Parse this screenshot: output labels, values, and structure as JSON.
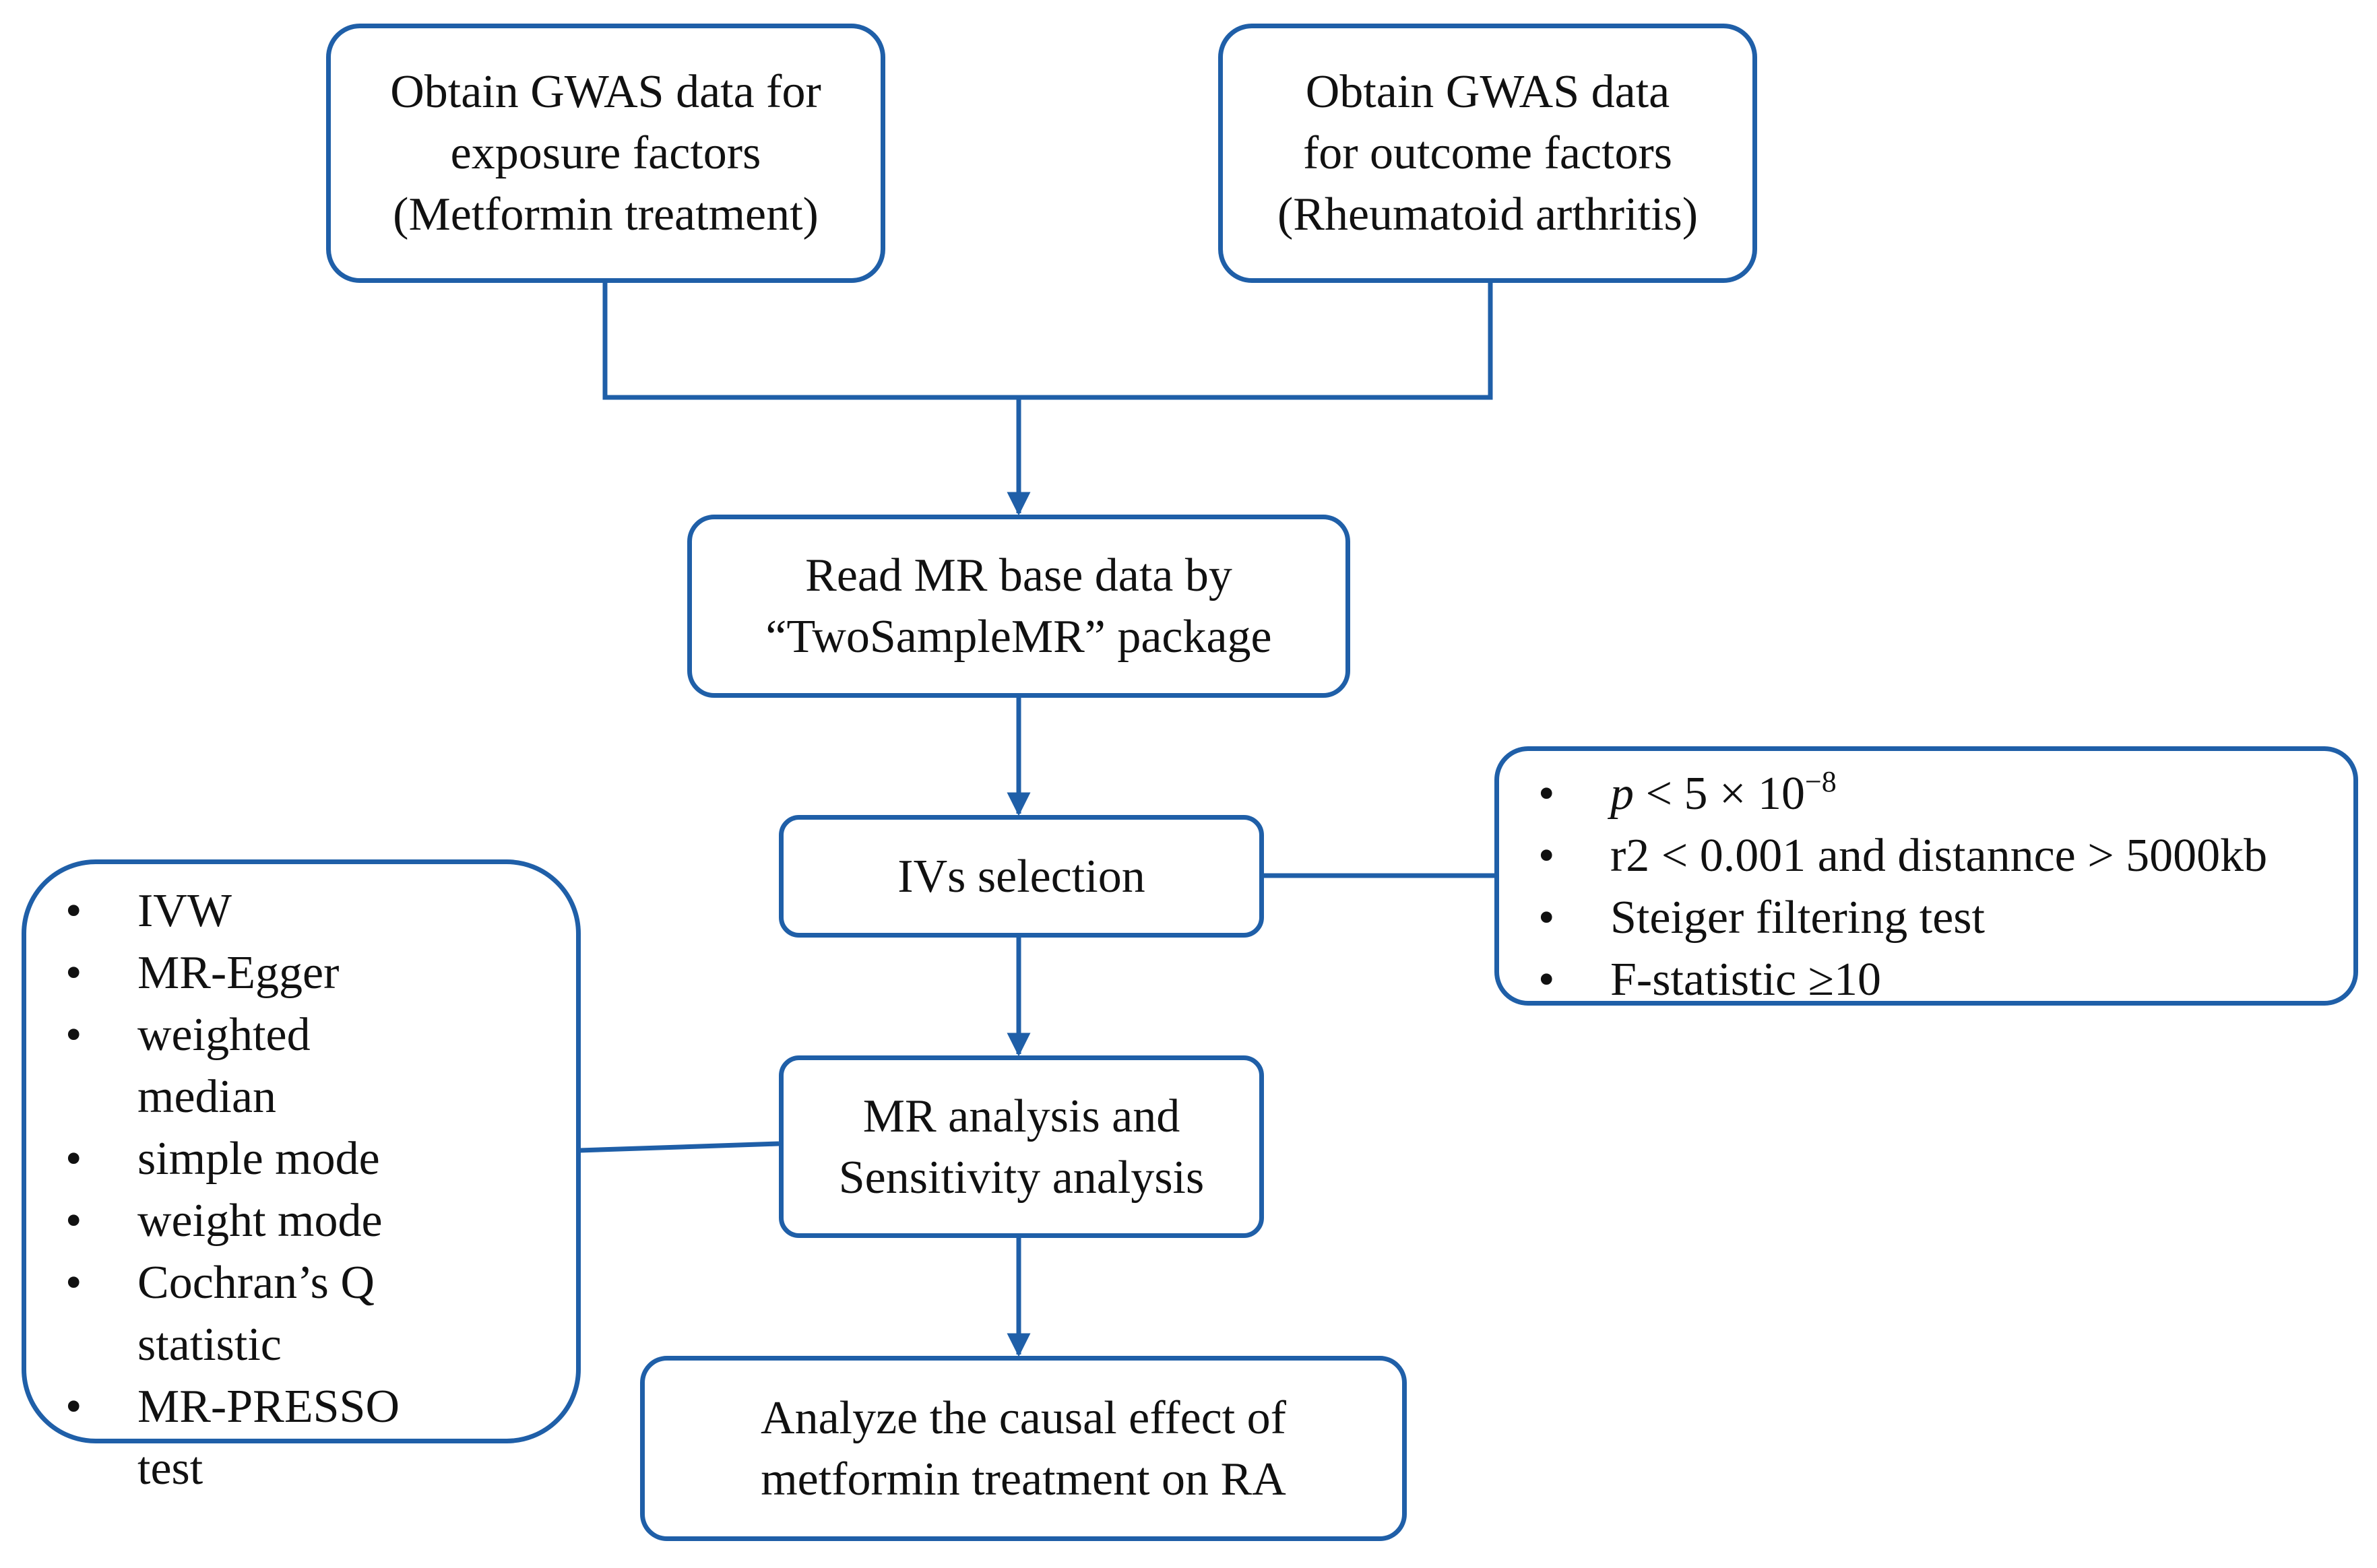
{
  "boxes": {
    "exposure": [
      "Obtain GWAS data for",
      "exposure factors",
      "(Metformin treatment)"
    ],
    "outcome": [
      "Obtain GWAS data",
      "for outcome factors",
      "(Rheumatoid arthritis)"
    ],
    "read_mr": [
      "Read MR base data by",
      "“TwoSampleMR” package"
    ],
    "ivs": [
      "IVs selection"
    ],
    "mr_analysis": [
      "MR analysis and",
      "Sensitivity analysis"
    ],
    "analyze": [
      "Analyze the causal effect of",
      "metformin treatment on RA"
    ]
  },
  "iv_criteria": {
    "pvalue": {
      "var": "p",
      "rest": " < 5 × 10",
      "exp": "−8"
    },
    "items": [
      "r2 < 0.001 and distannce > 5000kb",
      "Steiger filtering test",
      "F-statistic ≥10"
    ]
  },
  "methods": [
    "IVW",
    "MR-Egger",
    "weighted median",
    "simple mode",
    "weight mode",
    "Cochran’s Q statistic",
    "MR-PRESSO test"
  ],
  "colors": {
    "line": "#1f5fa8",
    "text": "#111111",
    "background": "#ffffff"
  }
}
